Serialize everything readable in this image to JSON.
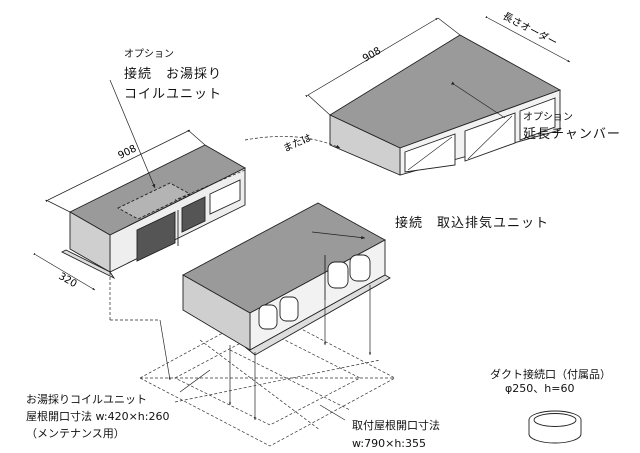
{
  "labels": {
    "coil_option": "オプション",
    "coil_title_1": "接続　お湯採り",
    "coil_title_2": "コイルユニット",
    "chamber_option": "オプション",
    "chamber_title": "延長チャンバー",
    "length_order": "長さオーダー",
    "or_text": "または",
    "intake_unit": "接続　取込排気ユニット",
    "coil_opening_1": "お湯採りコイルユニット",
    "coil_opening_2": "屋根開口寸法 w:420×h:260",
    "coil_opening_3": "（メンテナンス用）",
    "roof_opening_1": "取付屋根開口寸法",
    "roof_opening_2": "w:790×h:355",
    "duct_1": "ダクト接続口（付属品）",
    "duct_2": "φ250、h=60"
  },
  "dimensions": {
    "coil_width": "908",
    "coil_depth": "320",
    "chamber_width": "908"
  }
}
